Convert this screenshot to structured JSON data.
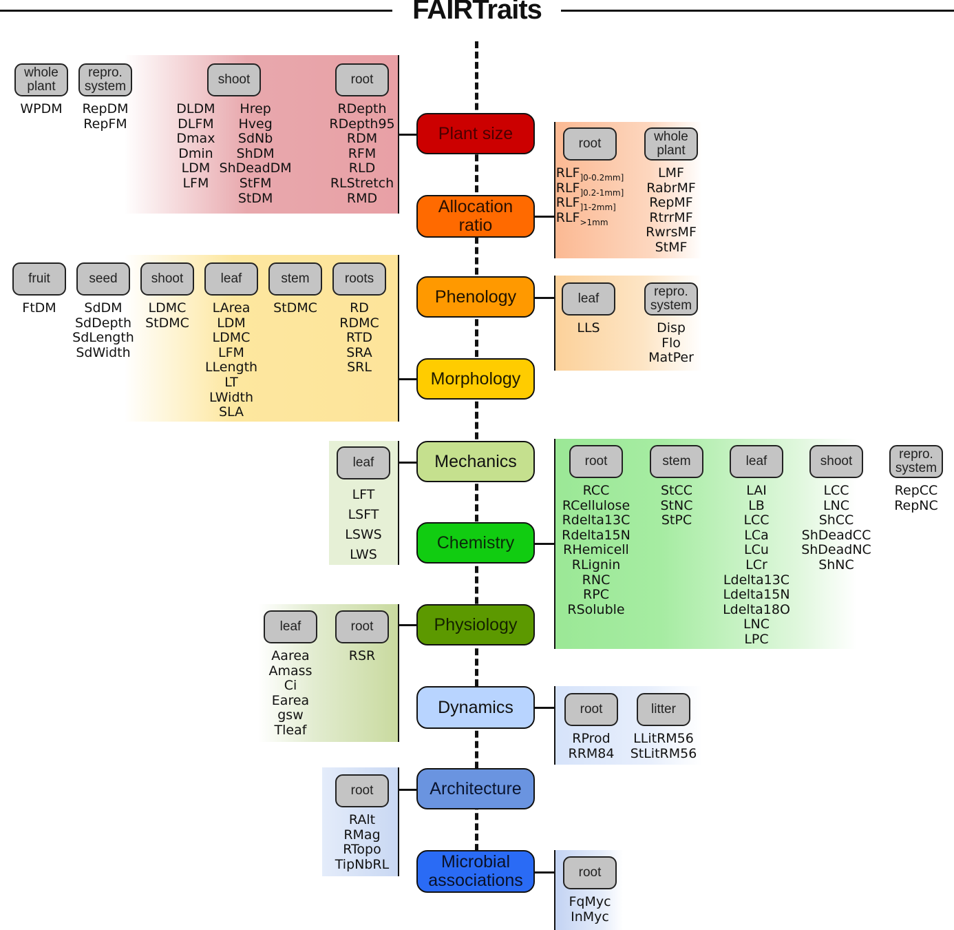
{
  "title": "FAIRTraits",
  "categories": [
    {
      "id": "plant-size",
      "label": "Plant size",
      "color": "#cc0000",
      "text_color": "#4a0000"
    },
    {
      "id": "allocation-ratio",
      "label": "Allocation ratio",
      "color": "#ff6a00",
      "text_color": "#2a1000"
    },
    {
      "id": "phenology",
      "label": "Phenology",
      "color": "#ff9900",
      "text_color": "#1e1200"
    },
    {
      "id": "morphology",
      "label": "Morphology",
      "color": "#ffcc00",
      "text_color": "#1e1a00"
    },
    {
      "id": "mechanics",
      "label": "Mechanics",
      "color": "#c5e08e",
      "text_color": "#111"
    },
    {
      "id": "chemistry",
      "label": "Chemistry",
      "color": "#11cc11",
      "text_color": "#0a2a0a"
    },
    {
      "id": "physiology",
      "label": "Physiology",
      "color": "#5c9900",
      "text_color": "#142200"
    },
    {
      "id": "dynamics",
      "label": "Dynamics",
      "color": "#b8d4ff",
      "text_color": "#111"
    },
    {
      "id": "architecture",
      "label": "Architecture",
      "color": "#6a94e0",
      "text_color": "#0a1530"
    },
    {
      "id": "microbial-associations",
      "label": "Microbial associations",
      "color": "#2a6bf5",
      "text_color": "#0a1228"
    }
  ],
  "panels": {
    "plant_size": {
      "groups": [
        {
          "tag": "whole plant",
          "traits": [
            "WPDM"
          ]
        },
        {
          "tag": "repro. system",
          "traits": [
            "RepDM",
            "RepFM"
          ]
        },
        {
          "tag": "shoot",
          "traits_col1": [
            "DLDM",
            "DLFM",
            "Dmax",
            "Dmin",
            "LDM",
            "LFM"
          ],
          "traits_col2": [
            "Hrep",
            "Hveg",
            "SdNb",
            "ShDM",
            "ShDeadDM",
            "StFM",
            "StDM"
          ]
        },
        {
          "tag": "root",
          "traits": [
            "RDepth",
            "RDepth95",
            "RDM",
            "RFM",
            "RLD",
            "RLStretch",
            "RMD"
          ]
        }
      ]
    },
    "allocation_ratio": {
      "groups": [
        {
          "tag": "root",
          "traits": [
            {
              "base": "RLF",
              "sub": "]0-0.2mm]"
            },
            {
              "base": "RLF",
              "sub": "]0.2-1mm]"
            },
            {
              "base": "RLF",
              "sub": "]1-2mm]"
            },
            {
              "base": "RLF",
              "sub": ">1mm"
            }
          ]
        },
        {
          "tag": "whole plant",
          "traits": [
            "LMF",
            "RabrMF",
            "RepMF",
            "RtrrMF",
            "RwrsMF",
            "StMF"
          ]
        }
      ]
    },
    "phenology": {
      "groups": [
        {
          "tag": "leaf",
          "traits": [
            "LLS"
          ]
        },
        {
          "tag": "repro. system",
          "traits": [
            "Disp",
            "Flo",
            "MatPer"
          ]
        }
      ]
    },
    "morphology": {
      "groups": [
        {
          "tag": "fruit",
          "traits": [
            "FtDM"
          ]
        },
        {
          "tag": "seed",
          "traits": [
            "SdDM",
            "SdDepth",
            "SdLength",
            "SdWidth"
          ]
        },
        {
          "tag": "shoot",
          "traits": [
            "LDMC",
            "StDMC"
          ]
        },
        {
          "tag": "leaf",
          "traits": [
            "LArea",
            "LDM",
            "LDMC",
            "LFM",
            "LLength",
            "LT",
            "LWidth",
            "SLA"
          ]
        },
        {
          "tag": "stem",
          "traits": [
            "StDMC"
          ]
        },
        {
          "tag": "roots",
          "traits": [
            "RD",
            "RDMC",
            "RTD",
            "SRA",
            "SRL"
          ]
        }
      ]
    },
    "mechanics": {
      "groups": [
        {
          "tag": "leaf",
          "traits": [
            "LFT",
            "LSFT",
            "LSWS",
            "LWS"
          ]
        }
      ]
    },
    "chemistry": {
      "groups": [
        {
          "tag": "root",
          "traits": [
            "RCC",
            "RCellulose",
            "Rdelta13C",
            "Rdelta15N",
            "RHemicell",
            "RLignin",
            "RNC",
            "RPC",
            "RSoluble"
          ]
        },
        {
          "tag": "stem",
          "traits": [
            "StCC",
            "StNC",
            "StPC"
          ]
        },
        {
          "tag": "leaf",
          "traits": [
            "LAI",
            "LB",
            "LCC",
            "LCa",
            "LCu",
            "LCr",
            "Ldelta13C",
            "Ldelta15N",
            "Ldelta18O",
            "LNC",
            "LPC"
          ]
        },
        {
          "tag": "shoot",
          "traits": [
            "LCC",
            "LNC",
            "ShCC",
            "ShDeadCC",
            "ShDeadNC",
            "ShNC"
          ]
        },
        {
          "tag": "repro. system",
          "traits": [
            "RepCC",
            "RepNC"
          ]
        }
      ]
    },
    "physiology": {
      "groups": [
        {
          "tag": "leaf",
          "traits": [
            "Aarea",
            "Amass",
            "Ci",
            "Earea",
            "gsw",
            "Tleaf"
          ]
        },
        {
          "tag": "root",
          "traits": [
            "RSR"
          ]
        }
      ]
    },
    "dynamics": {
      "groups": [
        {
          "tag": "root",
          "traits": [
            "RProd",
            "RRM84"
          ]
        },
        {
          "tag": "litter",
          "traits": [
            "LLitRM56",
            "StLitRM56"
          ]
        }
      ]
    },
    "architecture": {
      "groups": [
        {
          "tag": "root",
          "traits": [
            "RAlt",
            "RMag",
            "RTopo",
            "TipNbRL"
          ]
        }
      ]
    },
    "microbial_associations": {
      "groups": [
        {
          "tag": "root",
          "traits": [
            "FqMyc",
            "InMyc"
          ]
        }
      ]
    }
  }
}
